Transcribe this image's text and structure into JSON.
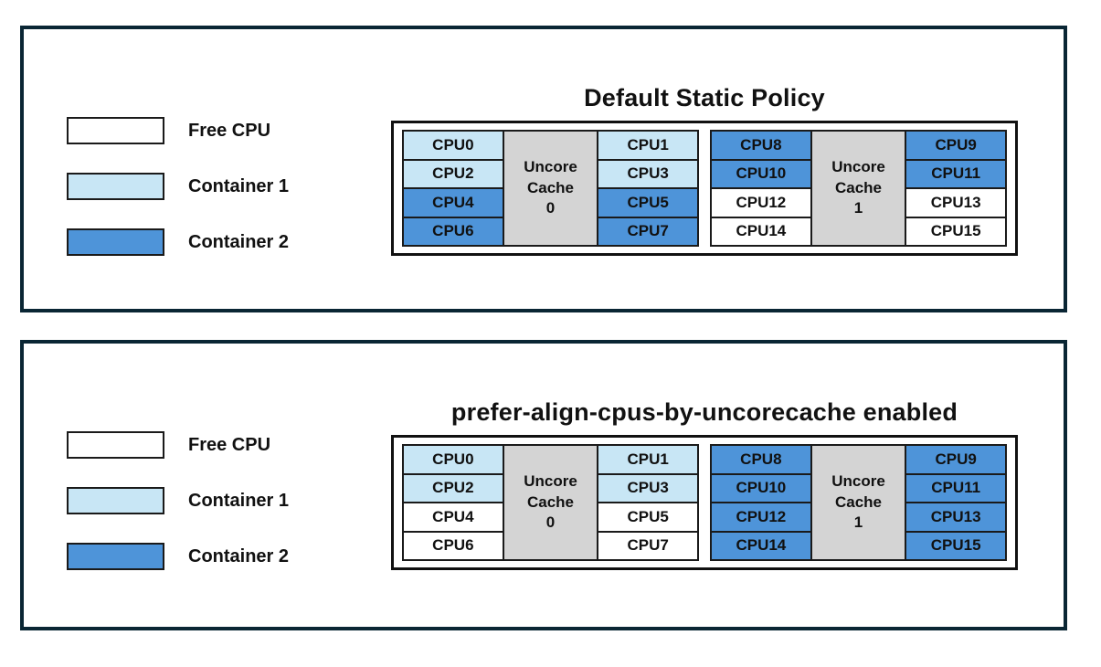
{
  "colors": {
    "panel_border": "#0a2634",
    "free_cpu": "#ffffff",
    "container1": "#c8e6f5",
    "container2": "#4e94d9",
    "cache_fill": "#d4d4d4"
  },
  "legend": {
    "items": [
      {
        "label": "Free CPU",
        "state": "free"
      },
      {
        "label": "Container 1",
        "state": "container1"
      },
      {
        "label": "Container 2",
        "state": "container2"
      }
    ]
  },
  "panels": [
    {
      "title": "Default Static Policy",
      "groups": [
        {
          "cache_label": "Uncore\nCache\n0",
          "left": [
            {
              "label": "CPU0",
              "state": "container1"
            },
            {
              "label": "CPU2",
              "state": "container1"
            },
            {
              "label": "CPU4",
              "state": "container2"
            },
            {
              "label": "CPU6",
              "state": "container2"
            }
          ],
          "right": [
            {
              "label": "CPU1",
              "state": "container1"
            },
            {
              "label": "CPU3",
              "state": "container1"
            },
            {
              "label": "CPU5",
              "state": "container2"
            },
            {
              "label": "CPU7",
              "state": "container2"
            }
          ]
        },
        {
          "cache_label": "Uncore\nCache\n1",
          "left": [
            {
              "label": "CPU8",
              "state": "container2"
            },
            {
              "label": "CPU10",
              "state": "container2"
            },
            {
              "label": "CPU12",
              "state": "free"
            },
            {
              "label": "CPU14",
              "state": "free"
            }
          ],
          "right": [
            {
              "label": "CPU9",
              "state": "container2"
            },
            {
              "label": "CPU11",
              "state": "container2"
            },
            {
              "label": "CPU13",
              "state": "free"
            },
            {
              "label": "CPU15",
              "state": "free"
            }
          ]
        }
      ]
    },
    {
      "title": "prefer-align-cpus-by-uncorecache enabled",
      "groups": [
        {
          "cache_label": "Uncore\nCache\n0",
          "left": [
            {
              "label": "CPU0",
              "state": "container1"
            },
            {
              "label": "CPU2",
              "state": "container1"
            },
            {
              "label": "CPU4",
              "state": "free"
            },
            {
              "label": "CPU6",
              "state": "free"
            }
          ],
          "right": [
            {
              "label": "CPU1",
              "state": "container1"
            },
            {
              "label": "CPU3",
              "state": "container1"
            },
            {
              "label": "CPU5",
              "state": "free"
            },
            {
              "label": "CPU7",
              "state": "free"
            }
          ]
        },
        {
          "cache_label": "Uncore\nCache\n1",
          "left": [
            {
              "label": "CPU8",
              "state": "container2"
            },
            {
              "label": "CPU10",
              "state": "container2"
            },
            {
              "label": "CPU12",
              "state": "container2"
            },
            {
              "label": "CPU14",
              "state": "container2"
            }
          ],
          "right": [
            {
              "label": "CPU9",
              "state": "container2"
            },
            {
              "label": "CPU11",
              "state": "container2"
            },
            {
              "label": "CPU13",
              "state": "container2"
            },
            {
              "label": "CPU15",
              "state": "container2"
            }
          ]
        }
      ]
    }
  ]
}
